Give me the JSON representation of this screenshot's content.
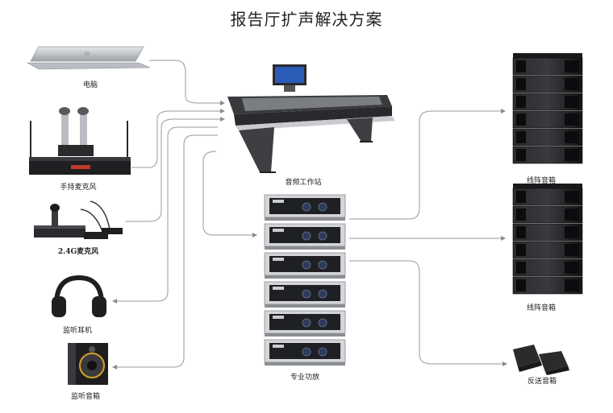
{
  "title": "报告厅扩声解决方案",
  "devices": {
    "laptop": "电脑",
    "handheld_mic": "手持麦克风",
    "mic_24g": "2.4G麦克风",
    "headphones": "监听耳机",
    "monitor_speaker": "监听音箱",
    "console": "音频工作站",
    "amplifiers": "专业功放",
    "line_array_1": "线阵音箱",
    "line_array_2": "线阵音箱",
    "floor_monitor": "反送音箱"
  },
  "colors": {
    "connector": "#9a9a9a",
    "equipment_dark": "#1c1c1e",
    "equipment_metal": "#c9cbcf",
    "display_blue": "#2a5cb8"
  }
}
